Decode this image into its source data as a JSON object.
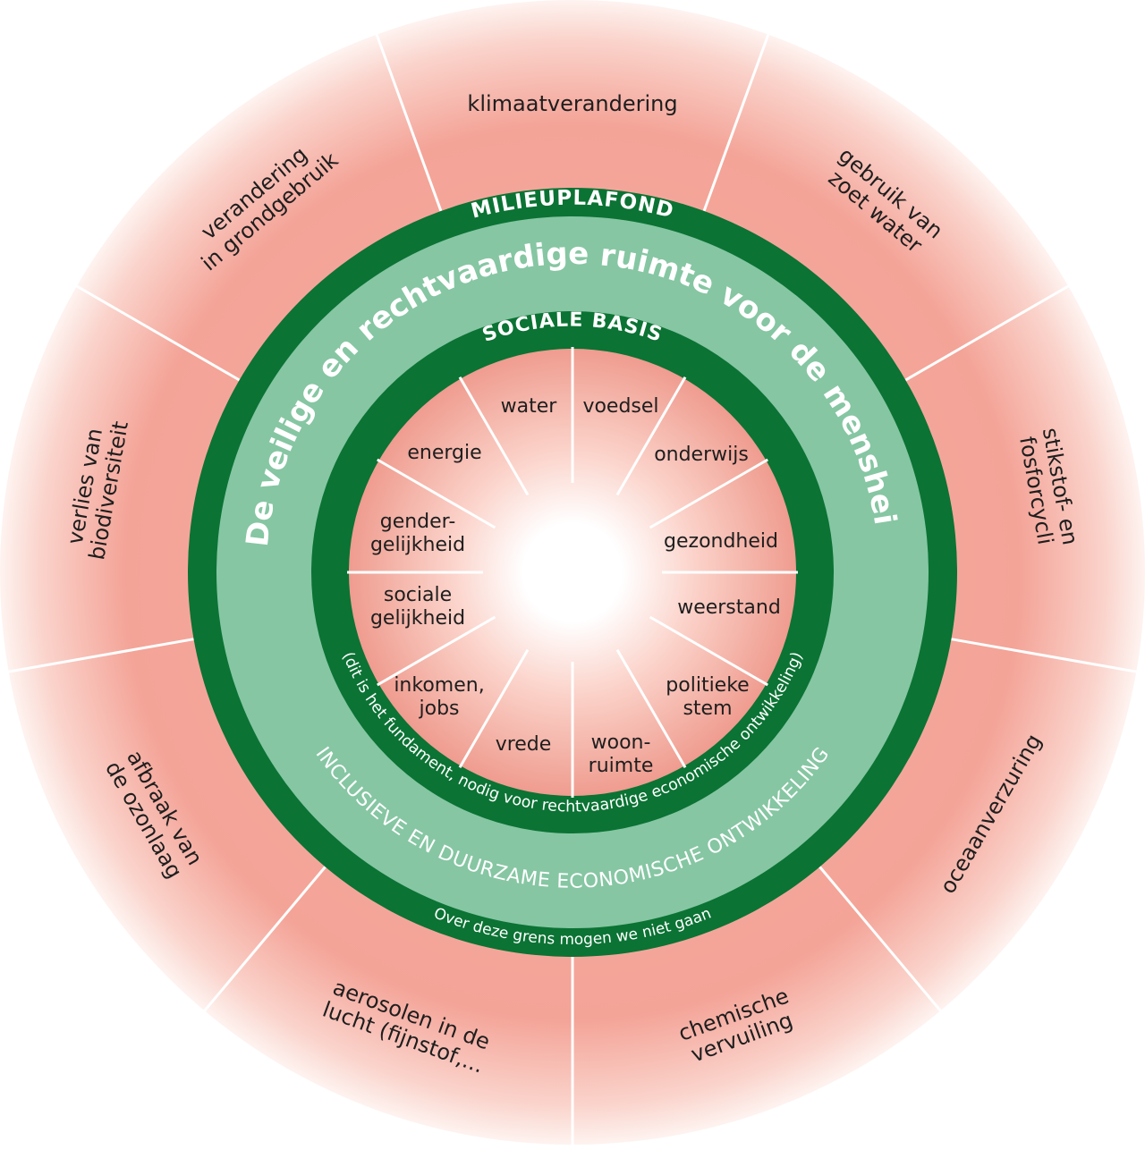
{
  "colors": {
    "outer_fill": "#f2a093",
    "outer_center": "#fff4f1",
    "dark_green": "#0b7334",
    "light_green": "#86c6a3",
    "inner_edge": "#ee9a8d",
    "divider": "#ffffff"
  },
  "bands": {
    "ceiling": "MILIEUPLAFOND",
    "main": "De veilige en rechtvaardige ruimte voor de mensheid",
    "social": "SOCIALE BASIS",
    "foundation": "(dit is het fundament, nodig voor rechtvaardige economische ontwikkeling)",
    "development": "INCLUSIEVE EN DUURZAME ECONOMISCHE ONTWIKKELING",
    "limit": "Over deze grens mogen we niet gaan"
  },
  "ecological_ceiling": [
    {
      "lines": [
        "klimaatverandering"
      ]
    },
    {
      "lines": [
        "gebruik van",
        "zoet water"
      ]
    },
    {
      "lines": [
        "stikstof- en",
        "fosforcycli"
      ]
    },
    {
      "lines": [
        "oceaanverzuring"
      ]
    },
    {
      "lines": [
        "chemische",
        "vervuiling"
      ]
    },
    {
      "lines": [
        "aerosolen in de",
        "lucht (fijnstof,..."
      ]
    },
    {
      "lines": [
        "afbraak van",
        "de ozonlaag"
      ]
    },
    {
      "lines": [
        "verlies van",
        "biodiversiteit"
      ]
    },
    {
      "lines": [
        "verandering",
        "in grondgebruik"
      ]
    }
  ],
  "social_foundation": [
    {
      "lines": [
        "water"
      ]
    },
    {
      "lines": [
        "voedsel"
      ]
    },
    {
      "lines": [
        "onderwijs"
      ]
    },
    {
      "lines": [
        "gezondheid"
      ]
    },
    {
      "lines": [
        "weerstand"
      ]
    },
    {
      "lines": [
        "politieke",
        "stem"
      ]
    },
    {
      "lines": [
        "woon-",
        "ruimte"
      ]
    },
    {
      "lines": [
        "vrede"
      ]
    },
    {
      "lines": [
        "inkomen,",
        "jobs"
      ]
    },
    {
      "lines": [
        "sociale",
        "gelijkheid"
      ]
    },
    {
      "lines": [
        "gender-",
        "gelijkheid"
      ]
    },
    {
      "lines": [
        "energie"
      ]
    }
  ],
  "icons": {}
}
